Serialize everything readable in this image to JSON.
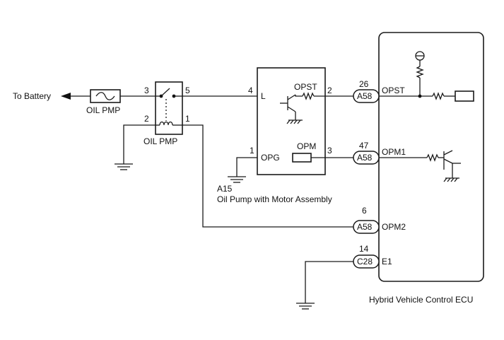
{
  "battery": {
    "label": "To Battery"
  },
  "fuse": {
    "label": "OIL PMP"
  },
  "relay": {
    "label": "OIL PMP",
    "pins": {
      "p3": "3",
      "p5": "5",
      "p2": "2",
      "p1": "1"
    }
  },
  "pump": {
    "code": "A15",
    "name": "Oil Pump with Motor Assembly",
    "pins": {
      "p4": "4",
      "p2": "2",
      "p1": "1",
      "p3": "3"
    },
    "terminals": {
      "l": "L",
      "opst": "OPST",
      "opg": "OPG",
      "opm": "OPM"
    }
  },
  "ecu": {
    "name": "Hybrid Vehicle Control ECU",
    "connectors": [
      {
        "pin": "26",
        "code": "A58",
        "terminal": "OPST"
      },
      {
        "pin": "47",
        "code": "A58",
        "terminal": "OPM1"
      },
      {
        "pin": "6",
        "code": "A58",
        "terminal": "OPM2"
      },
      {
        "pin": "14",
        "code": "C28",
        "terminal": "E1"
      }
    ]
  }
}
